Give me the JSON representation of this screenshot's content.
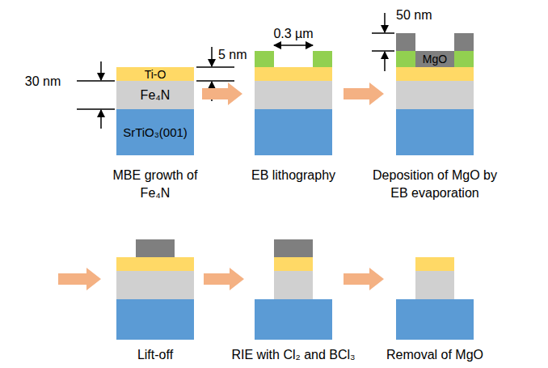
{
  "diagram": {
    "nodes": [
      {
        "text": [
          "Ti-O"
        ]
      },
      {
        "text": [
          "Fe₄N"
        ]
      },
      {
        "text": [
          "SrTiO₃(001)"
        ]
      },
      {
        "text": [
          "MgO"
        ]
      }
    ],
    "labels": [
      "30 nm",
      "5 nm",
      "MBE growth of Fe₄N",
      "0.3 µm",
      "EB lithography",
      "50 nm",
      "Deposition of MgO by EB evaporation",
      "Lift-off",
      "RIE with Cl₂ and BCl₃",
      "Removal of MgO"
    ]
  }
}
